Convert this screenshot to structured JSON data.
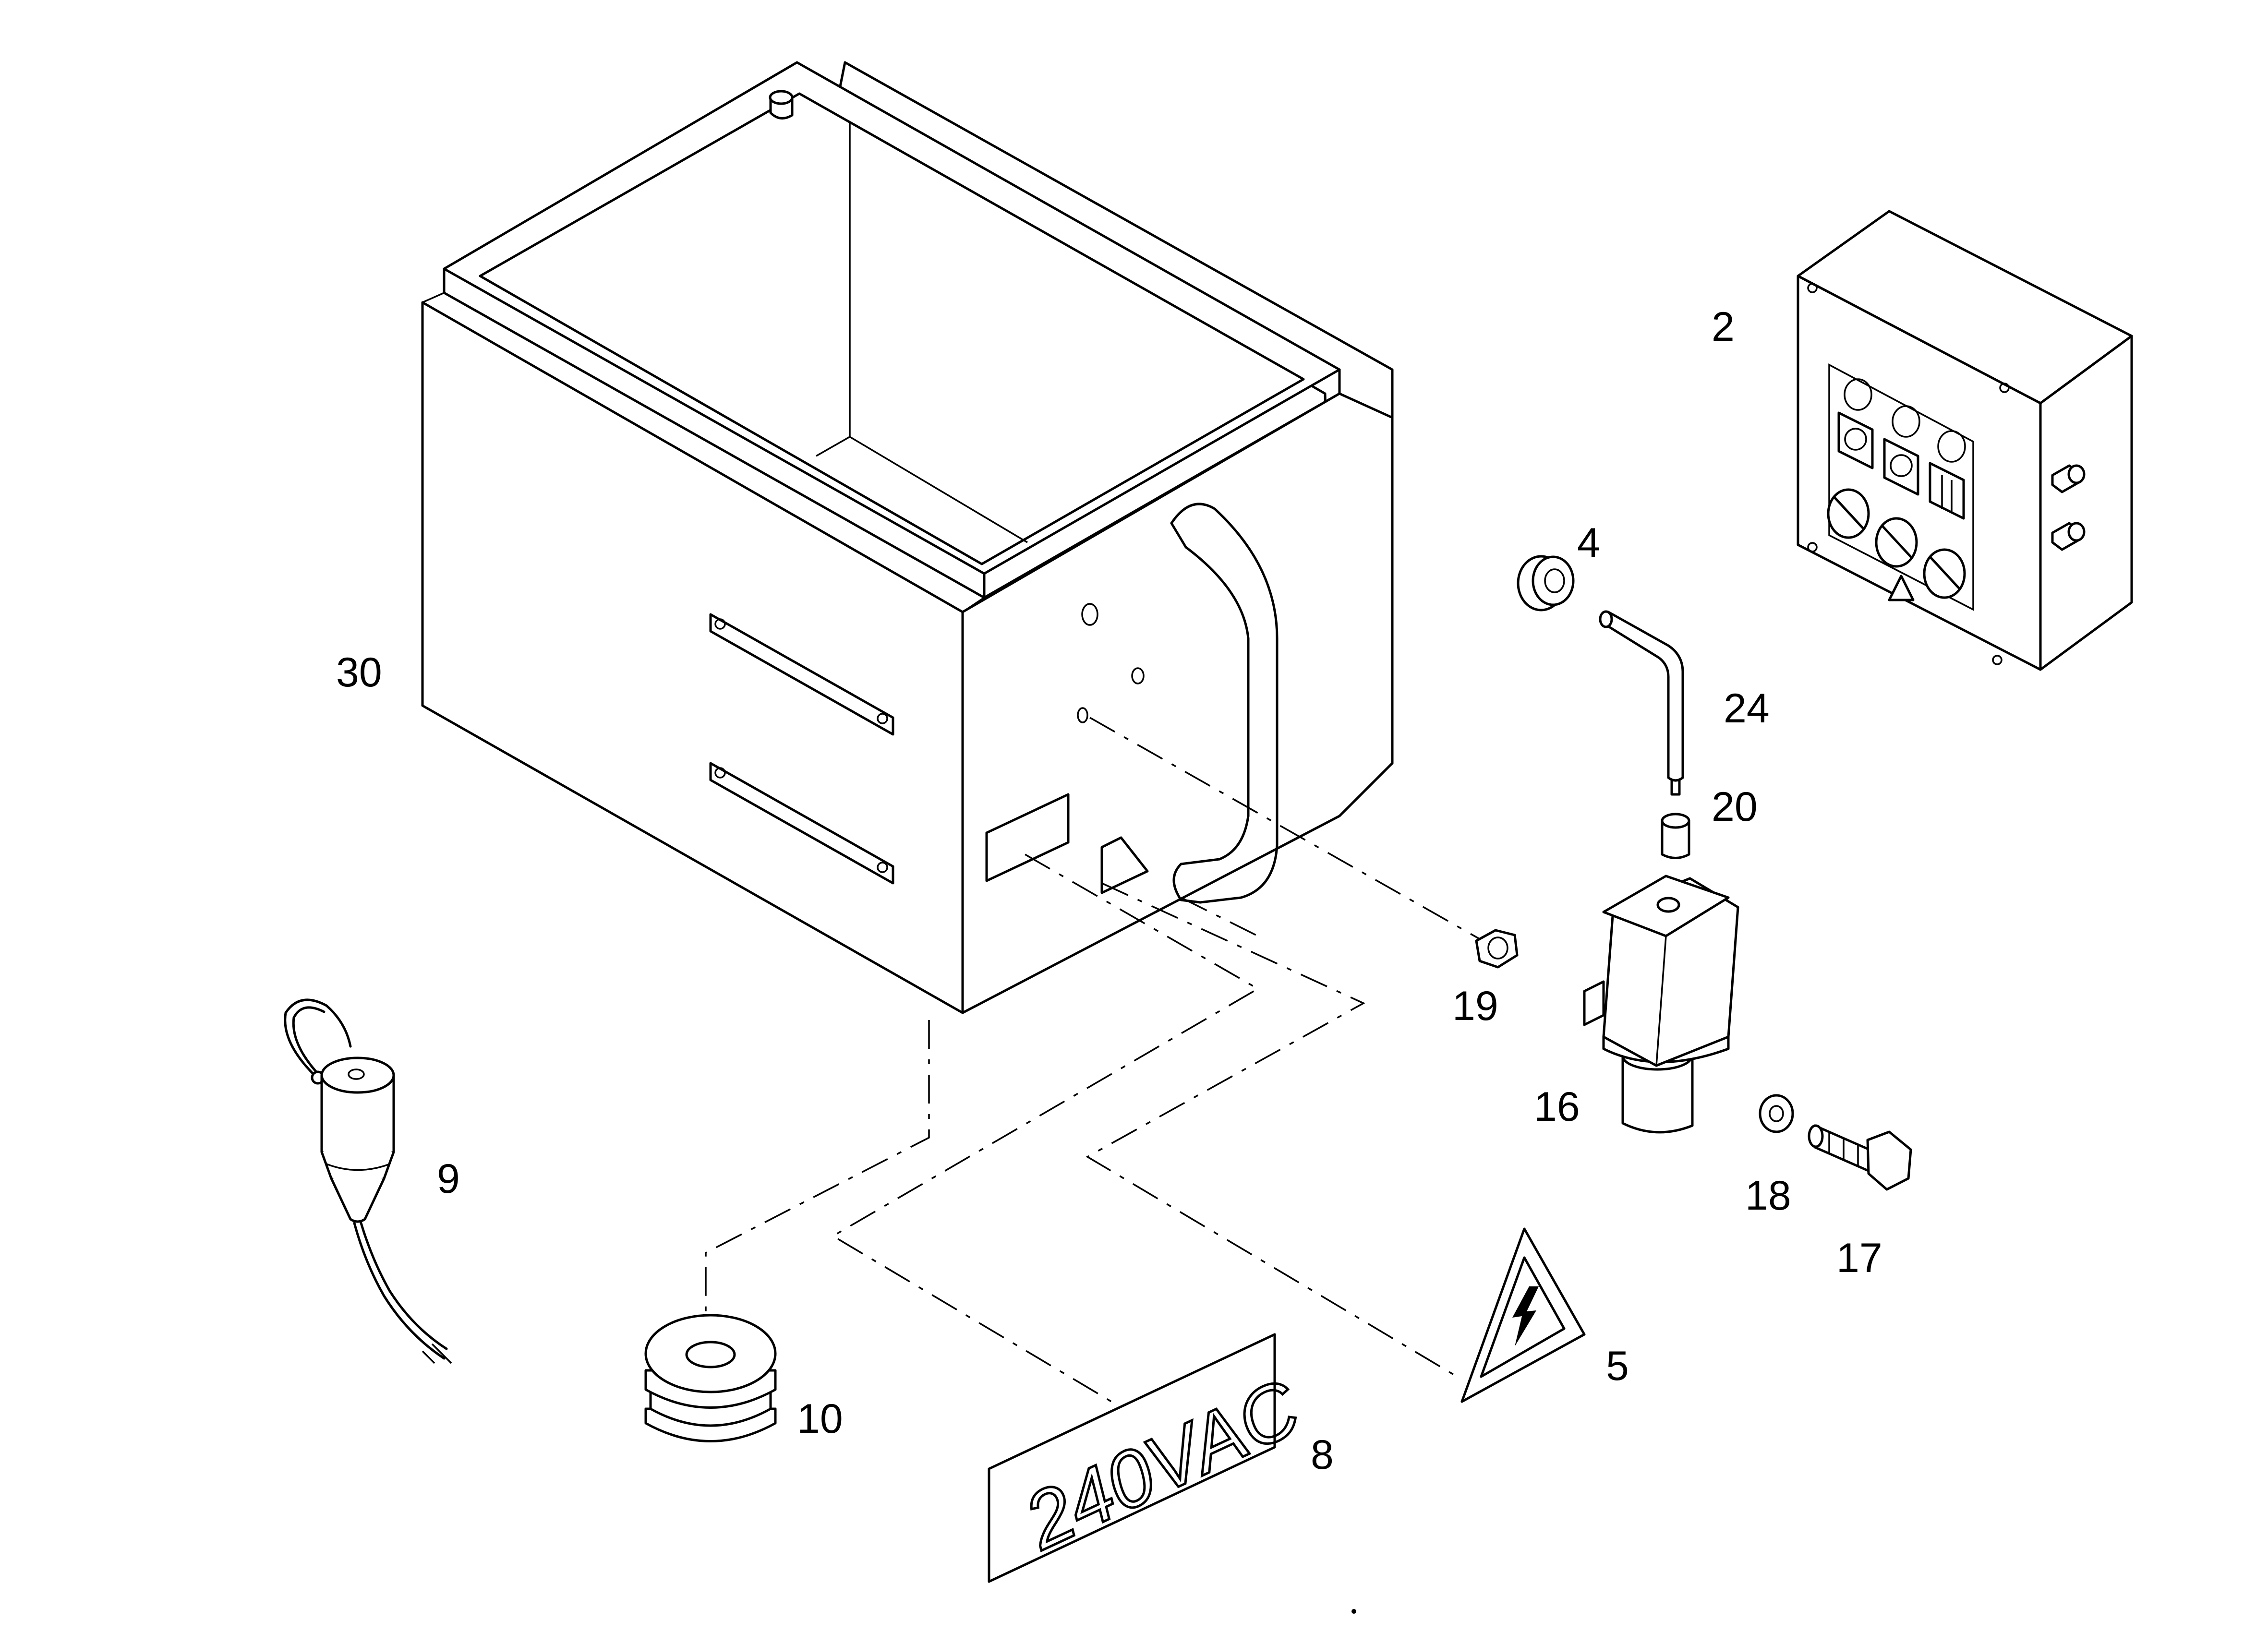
{
  "callouts": {
    "tank": "30",
    "control_box": "2",
    "grommet_small": "4",
    "bent_tube": "24",
    "sleeve": "20",
    "nut": "19",
    "pressure_switch": "16",
    "washer": "18",
    "bolt": "17",
    "float_sensor": "9",
    "grommet_large": "10",
    "voltage_label": "8",
    "warning_label": "5"
  },
  "voltage_decal_text": "240VAC",
  "icons": [
    "electrical-hazard-icon",
    "thermometer-icon",
    "oil-drop-icon",
    "level-indicator-icon"
  ]
}
